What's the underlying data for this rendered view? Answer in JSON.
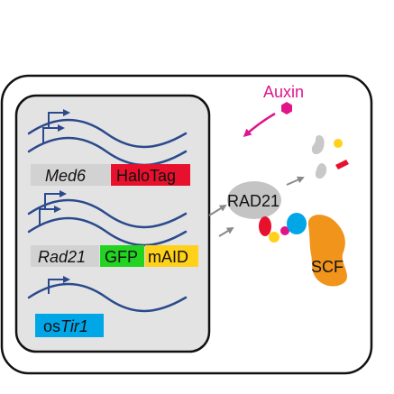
{
  "diagram": {
    "auxin_label": "Auxin",
    "rad21_protein_label": "RAD21",
    "scf_label": "SCF",
    "constructs": [
      {
        "gene": "Med6",
        "tags": [
          {
            "label": "HaloTag",
            "color": "#e8112d"
          }
        ]
      },
      {
        "gene": "Rad21",
        "tags": [
          {
            "label": "GFP",
            "color": "#22d322"
          },
          {
            "label": "mAID",
            "color": "#ffd11a"
          }
        ]
      },
      {
        "gene_prefix": "os",
        "gene_suffix": "Tir1",
        "color": "#00a6e6"
      }
    ],
    "colors": {
      "nucleus_fill": "#e3e3e3",
      "outline": "#111111",
      "dna": "#2b4a8c",
      "arrow": "#8a8a8a",
      "auxin": "#e0158a",
      "scf": "#f0941c",
      "rad21_fill": "#c4c4c4",
      "degraded_grey": "#c8c8c8",
      "degraded_yellow": "#ffd11a",
      "degraded_red": "#e8112d",
      "complex_red": "#e8112d",
      "complex_yellow": "#ffd11a",
      "complex_magenta": "#e0158a",
      "complex_blue": "#00a6e6"
    }
  }
}
